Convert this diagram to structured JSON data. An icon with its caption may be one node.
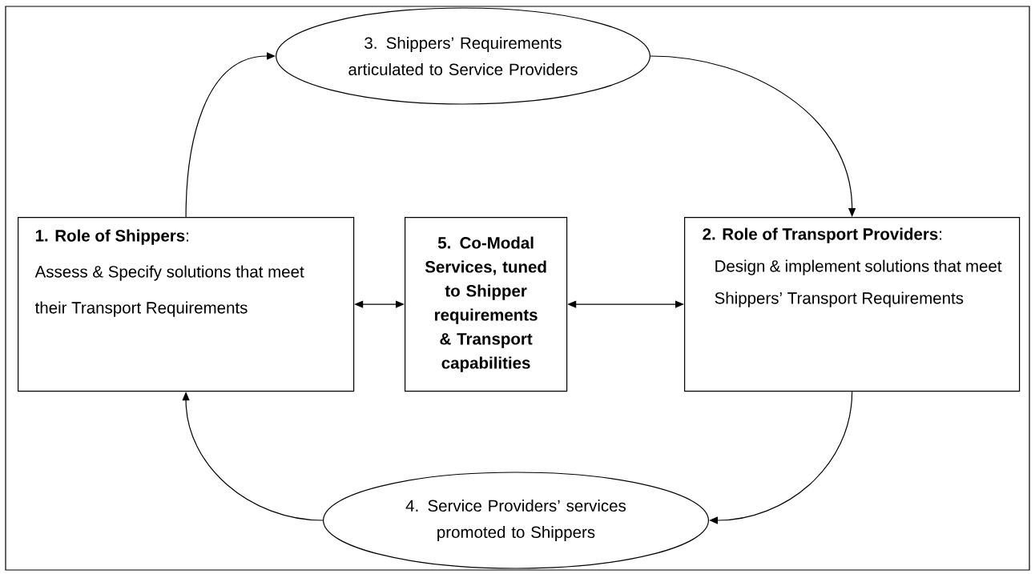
{
  "diagram": {
    "nodes": [
      {
        "text": [
          "3. Shippers’ Requirements articulated to Service Providers"
        ]
      },
      {
        "text": [
          "**1. Role of Shippers**:",
          "Assess & Specify solutions that meet their Transport Requirements"
        ]
      },
      {
        "text": [
          "5. Co-Modal Services, tuned to Shipper requirements & Transport capabilities"
        ]
      },
      {
        "text": [
          "**2. Role of Transport Providers**:",
          "Design & implement solutions that meet Shippers’ Transport Requirements"
        ]
      },
      {
        "text": [
          "4. Service Providers’ services promoted to Shippers"
        ]
      }
    ],
    "edges": [
      {
        "from": 1,
        "to": 0,
        "arrow": "to"
      },
      {
        "from": 0,
        "to": 3,
        "arrow": "to"
      },
      {
        "from": 3,
        "to": 4,
        "arrow": "to"
      },
      {
        "from": 4,
        "to": 1,
        "arrow": "to"
      },
      {
        "from": 1,
        "to": 2,
        "arrow": "both"
      },
      {
        "from": 2,
        "to": 3,
        "arrow": "both"
      }
    ]
  }
}
